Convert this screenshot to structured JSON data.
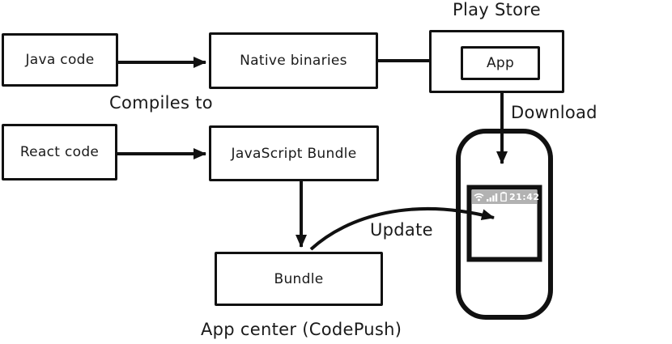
{
  "diagram": {
    "nodes": {
      "java_code": {
        "label": "Java code"
      },
      "native_binaries": {
        "label": "Native binaries"
      },
      "react_code": {
        "label": "React code"
      },
      "js_bundle": {
        "label": "JavaScript Bundle"
      },
      "bundle": {
        "label": "Bundle"
      },
      "app": {
        "label": "App"
      }
    },
    "labels": {
      "play_store": "Play Store",
      "compiles_to": "Compiles to",
      "download": "Download",
      "update": "Update",
      "app_center": "App center (CodePush)"
    },
    "phone": {
      "status_time": "21:42",
      "status_icons": [
        "wifi-icon",
        "signal-icon",
        "battery-icon"
      ],
      "statusbar_color": "#b2b2b2",
      "statusbar_text_color": "#ffffff"
    },
    "colors": {
      "stroke": "#111111",
      "background": "#ffffff"
    }
  }
}
